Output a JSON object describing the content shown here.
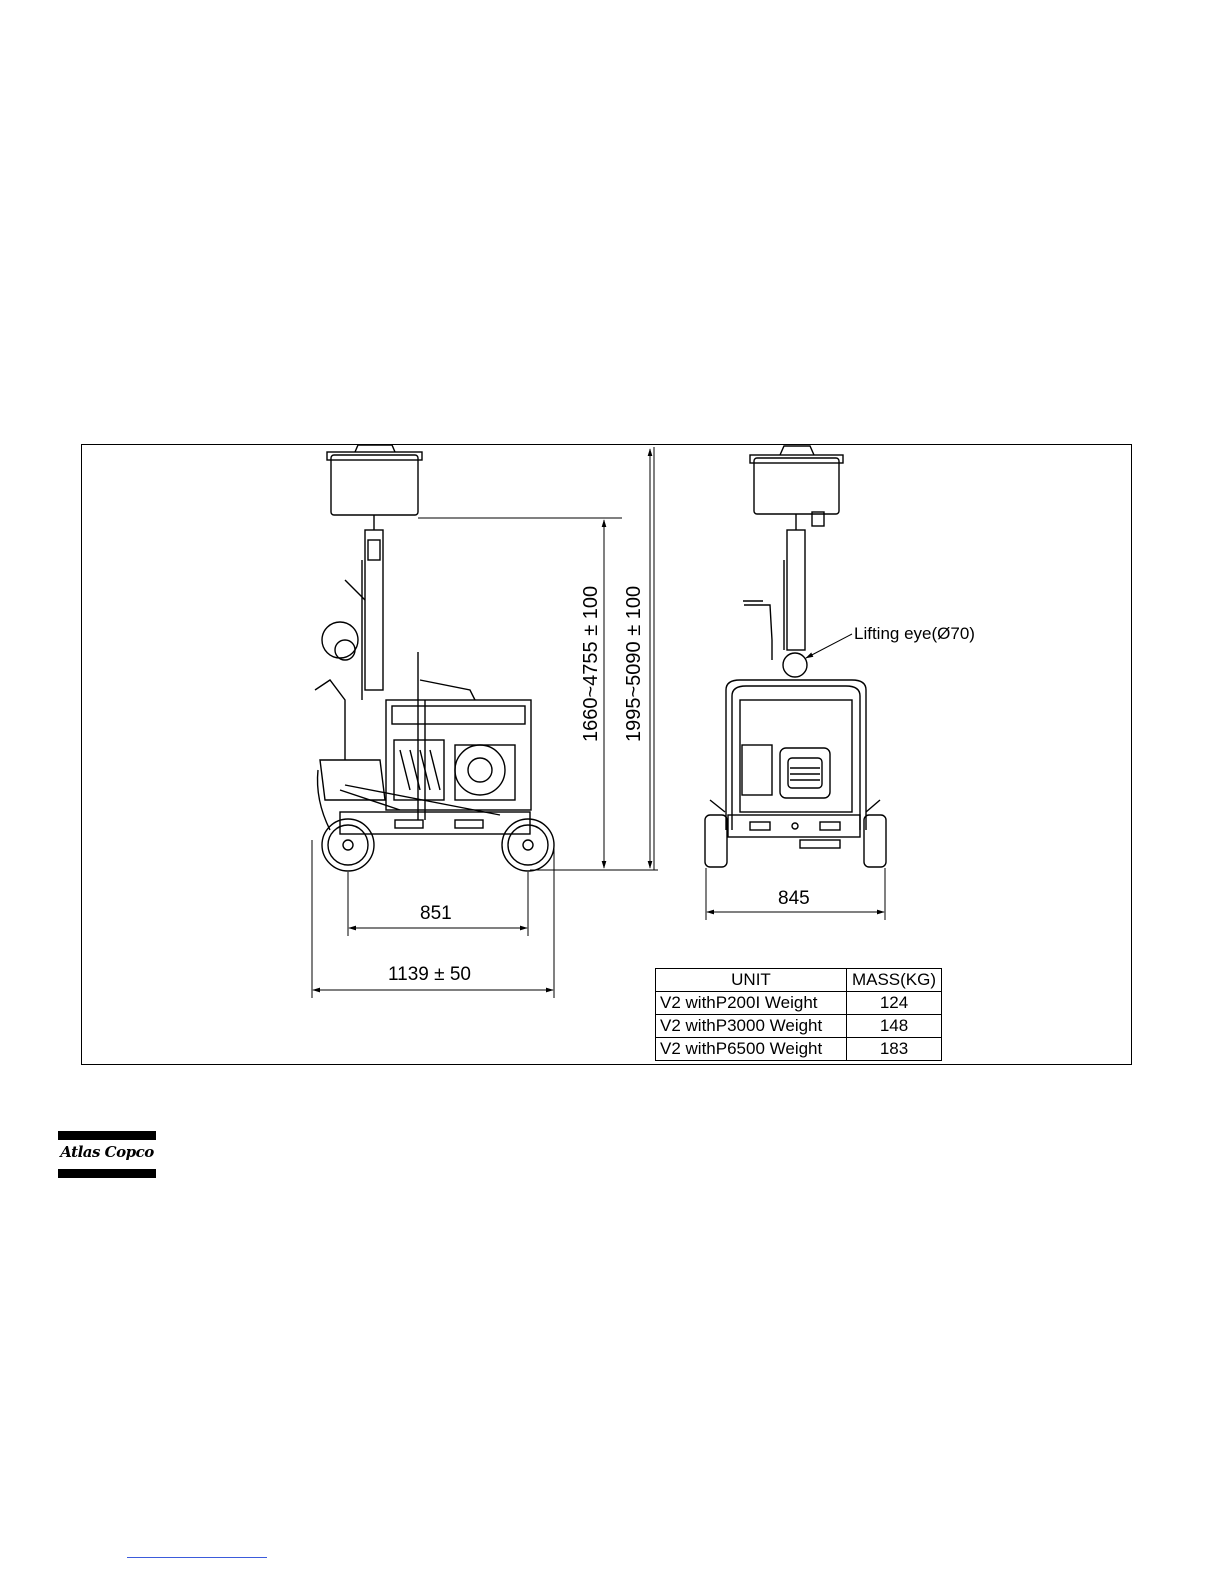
{
  "drawing": {
    "dimensions": {
      "wheelbase": "851",
      "overall_length": "1139 ± 50",
      "width": "845",
      "mast_height_min_max": "1660~4755 ± 100",
      "overall_height": "1995~5090 ± 100"
    },
    "callouts": {
      "lifting_eye": "Lifting eye(Ø70)"
    }
  },
  "mass_table": {
    "headers": [
      "UNIT",
      "MASS(KG)"
    ],
    "rows": [
      {
        "unit": "V2  withP200I Weight",
        "mass": "124"
      },
      {
        "unit": "V2  withP3000 Weight",
        "mass": "148"
      },
      {
        "unit": "V2  withP6500 Weight",
        "mass": "183"
      }
    ]
  },
  "logo": {
    "text": "Atlas Copco"
  }
}
